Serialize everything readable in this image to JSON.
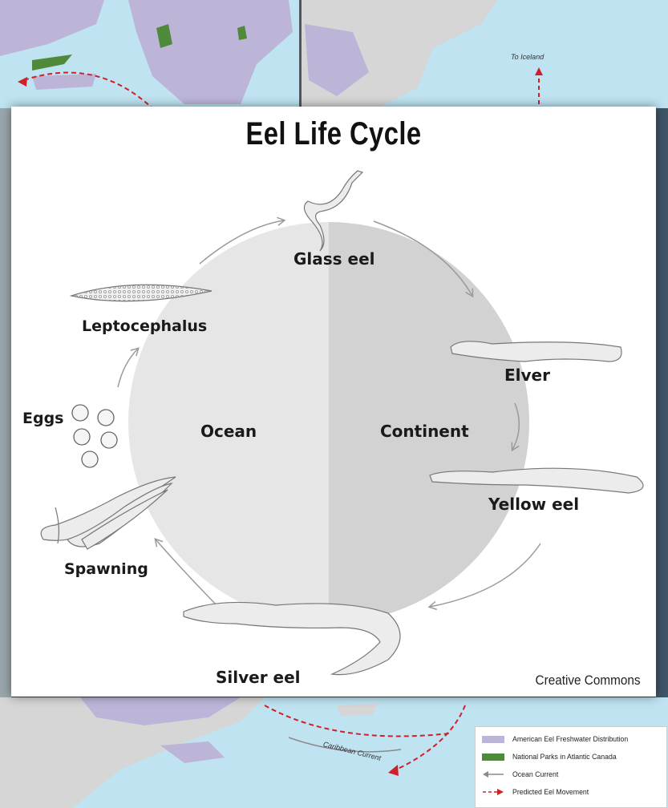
{
  "diagram": {
    "title": "Eel Life Cycle",
    "credit": "Creative Commons",
    "regions": {
      "left": "Ocean",
      "right": "Continent"
    },
    "stages": {
      "glass_eel": "Glass eel",
      "elver": "Elver",
      "yellow_eel": "Yellow eel",
      "silver_eel": "Silver eel",
      "spawning": "Spawning",
      "eggs": "Eggs",
      "leptocephalus": "Leptocephalus"
    },
    "colors": {
      "ocean_half": "#e6e6e6",
      "continent_half": "#d2d2d2",
      "animal_fill": "#ececec",
      "arrow": "#9a9a9a"
    }
  },
  "map": {
    "to_iceland": "To Iceland",
    "caribbean_current": "Caribbean Current",
    "colors": {
      "water": "#bfe3f1",
      "land": "#d6d6d6",
      "distribution": "#bdb5d8",
      "parks": "#4f8a3a",
      "movement": "#d0202a"
    },
    "legend": {
      "items": [
        {
          "label": "American Eel Freshwater Distribution",
          "swatch": "#bdb5d8"
        },
        {
          "label": "National Parks in Atlantic Canada",
          "swatch": "#4f8a3a"
        },
        {
          "label": "Ocean Current",
          "swatch": "#8a8a8a"
        },
        {
          "label": "Predicted Eel Movement",
          "swatch": "#d0202a"
        }
      ]
    }
  }
}
